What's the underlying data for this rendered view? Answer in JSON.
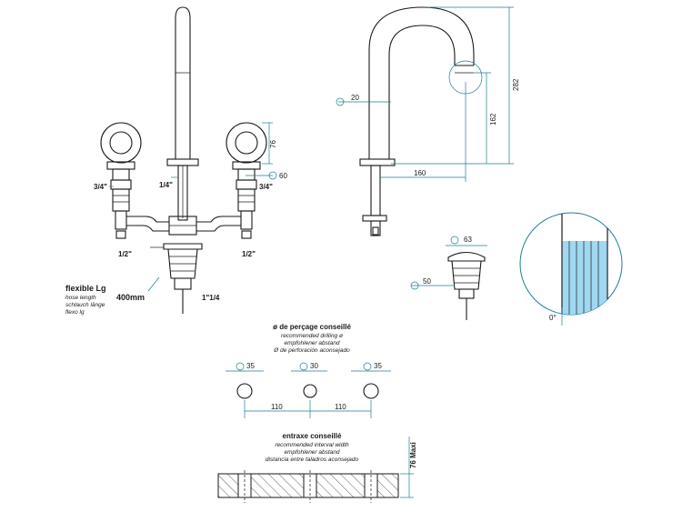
{
  "front": {
    "thread_left": "3/4\"",
    "thread_right": "3/4\"",
    "thread_center": "1/4\"",
    "hose_left": "1/2\"",
    "hose_right": "1/2\"",
    "waste_thread": "1\"1/4",
    "dim_76": "76",
    "dim_60": "60",
    "hose_title": "flexible Lg",
    "hose_lines": [
      "hose length",
      "schlauch länge",
      "flexo lg"
    ],
    "hose_value": "400mm"
  },
  "side": {
    "dim_20": "20",
    "dim_160": "160",
    "dim_162": "162",
    "dim_282": "282",
    "dim_63": "63",
    "dim_50": "50"
  },
  "detail": {
    "angle": "0°"
  },
  "drilling": {
    "title": "ø de perçage conseillé",
    "lines": [
      "recommended drilling ø",
      "empfohlener abstand",
      "Ø de perforación aconsejado"
    ],
    "d_left": "35",
    "d_center": "30",
    "d_right": "35",
    "spacing_left": "110",
    "spacing_right": "110"
  },
  "interval": {
    "title": "entraxe conseillé",
    "lines": [
      "recommended interval width",
      "empfohlener abstand",
      "distancia entre taladros aconsejado"
    ],
    "max_thickness": "76 Maxi"
  },
  "colors": {
    "dimension": "#1e7d99",
    "cross_section_fill": "#9fd8f0"
  }
}
